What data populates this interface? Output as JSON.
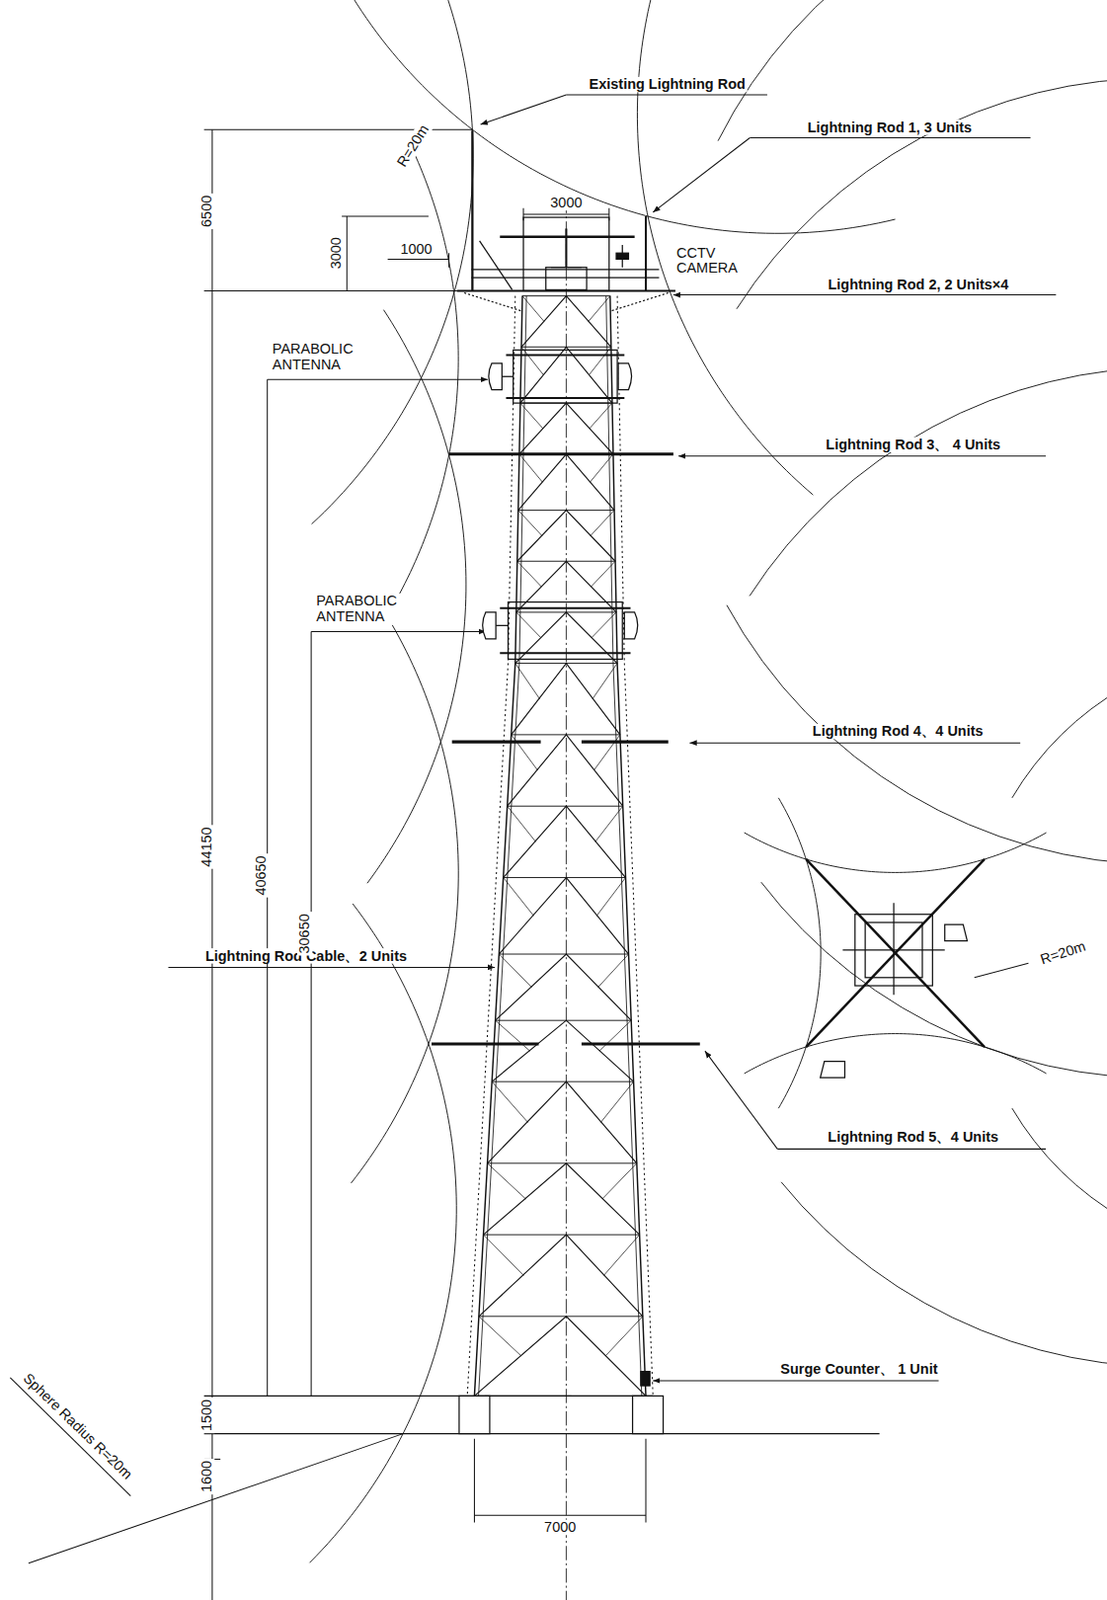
{
  "diagram": {
    "labels": [
      "Existing Lightning Rod",
      "R=20m",
      "Lightning Rod 1, 3 Units",
      "6500",
      "3000",
      "3000",
      "1000",
      "CCTV CAMERA",
      "Lightning Rod 2, 2 Units×4",
      "PARABOLIC ANTENNA",
      "Lightning Rod 3、 4 Units",
      "PARABOLIC ANTENNA",
      "Lightning Rod 4、4 Units",
      "44150",
      "40650",
      "R=20m",
      "Lightning Rod Cable、2 Units",
      "30650",
      "Lightning Rod 5、4 Units",
      "Surge Counter、 1 Unit",
      "Sphere Radius R=20m",
      "1500",
      "1600",
      "7000"
    ]
  }
}
